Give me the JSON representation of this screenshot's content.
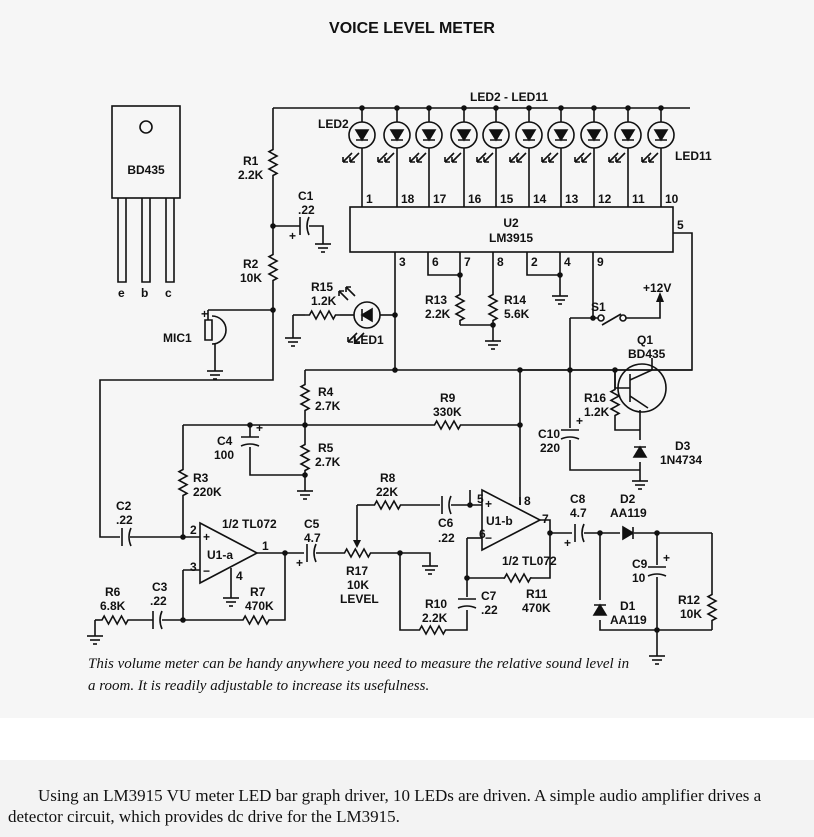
{
  "title": "VOICE LEVEL METER",
  "caption_lines": [
    "This volume meter can be handy anywhere you need to measure the relative sound level in",
    "a room. It is readily adjustable to increase its usefulness."
  ],
  "description": "Using an LM3915 VU meter LED bar graph driver, 10 LEDs are driven. A simple audio amplifier drives a detector circuit, which provides dc drive for the LM3915.",
  "package": {
    "name": "BD435",
    "pins": [
      "e",
      "b",
      "c"
    ]
  },
  "led_bar": {
    "label": "LED2 - LED11",
    "first": "LED2",
    "last": "LED11"
  },
  "u2": {
    "ref": "U2",
    "part": "LM3915",
    "top_pins": [
      "1",
      "18",
      "17",
      "16",
      "15",
      "14",
      "13",
      "12",
      "11",
      "10"
    ],
    "pin5": "5",
    "bottom_pins": [
      "3",
      "6",
      "7",
      "8",
      "2",
      "4",
      "9"
    ]
  },
  "components": {
    "r1": [
      "R1",
      "2.2K"
    ],
    "r2": [
      "R2",
      "10K"
    ],
    "c1": [
      "C1",
      ".22"
    ],
    "mic": "MIC1",
    "r15": [
      "R15",
      "1.2K"
    ],
    "led1": "LED1",
    "r13": [
      "R13",
      "2.2K"
    ],
    "r14": [
      "R14",
      "5.6K"
    ],
    "s1": "S1",
    "supply": "+12V",
    "q1": [
      "Q1",
      "BD435"
    ],
    "r16": [
      "R16",
      "1.2K"
    ],
    "c10": [
      "C10",
      "220"
    ],
    "d3": [
      "D3",
      "1N4734"
    ],
    "r4": [
      "R4",
      "2.7K"
    ],
    "r5": [
      "R5",
      "2.7K"
    ],
    "c4": [
      "C4",
      "100"
    ],
    "r9": [
      "R9",
      "330K"
    ],
    "r3": [
      "R3",
      "220K"
    ],
    "c2": [
      "C2",
      ".22"
    ],
    "u1a": [
      "1/2 TL072",
      "U1-a"
    ],
    "u1b": [
      "1/2 TL072",
      "U1-b"
    ],
    "c5": [
      "C5",
      "4.7"
    ],
    "r17": [
      "R17",
      "10K",
      "LEVEL"
    ],
    "r8": [
      "R8",
      "22K"
    ],
    "c6": [
      "C6",
      ".22"
    ],
    "c7": [
      "C7",
      ".22"
    ],
    "r10": [
      "R10",
      "2.2K"
    ],
    "r11": [
      "R11",
      "470K"
    ],
    "r6": [
      "R6",
      "6.8K"
    ],
    "c3": [
      "C3",
      ".22"
    ],
    "r7": [
      "R7",
      "470K"
    ],
    "c8": [
      "C8",
      "4.7"
    ],
    "d2": [
      "D2",
      "AA119"
    ],
    "c9": [
      "C9",
      "10"
    ],
    "d1": [
      "D1",
      "AA119"
    ],
    "r12": [
      "R12",
      "10K"
    ]
  },
  "opamp_pins": {
    "a": [
      "2",
      "3",
      "1",
      "4"
    ],
    "b": [
      "5",
      "6",
      "7",
      "8"
    ]
  },
  "plus": "+",
  "minus": "−"
}
